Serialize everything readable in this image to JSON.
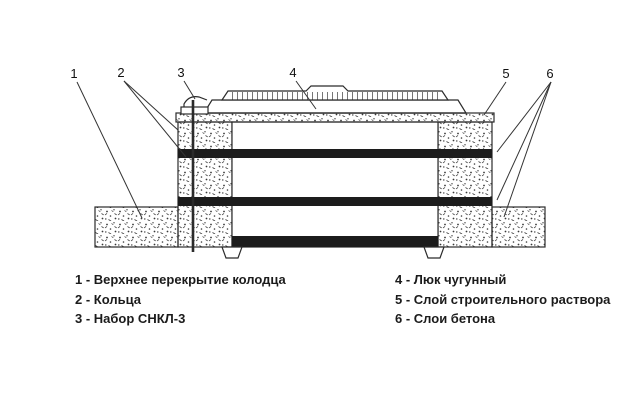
{
  "diagram": {
    "callouts": [
      "1",
      "2",
      "3",
      "4",
      "5",
      "6"
    ]
  },
  "legend": {
    "left": [
      "1 - Верхнее перекрытие колодца",
      "2 - Кольца",
      "3 - Набор СНКЛ-3"
    ],
    "right": [
      "4 - Люк чугунный",
      "5 - Слой строительного раствора",
      "6 - Слои бетона"
    ]
  },
  "colors": {
    "ink": "#2b2b2b",
    "joint_band": "#1c1c1c",
    "background": "#ffffff"
  }
}
